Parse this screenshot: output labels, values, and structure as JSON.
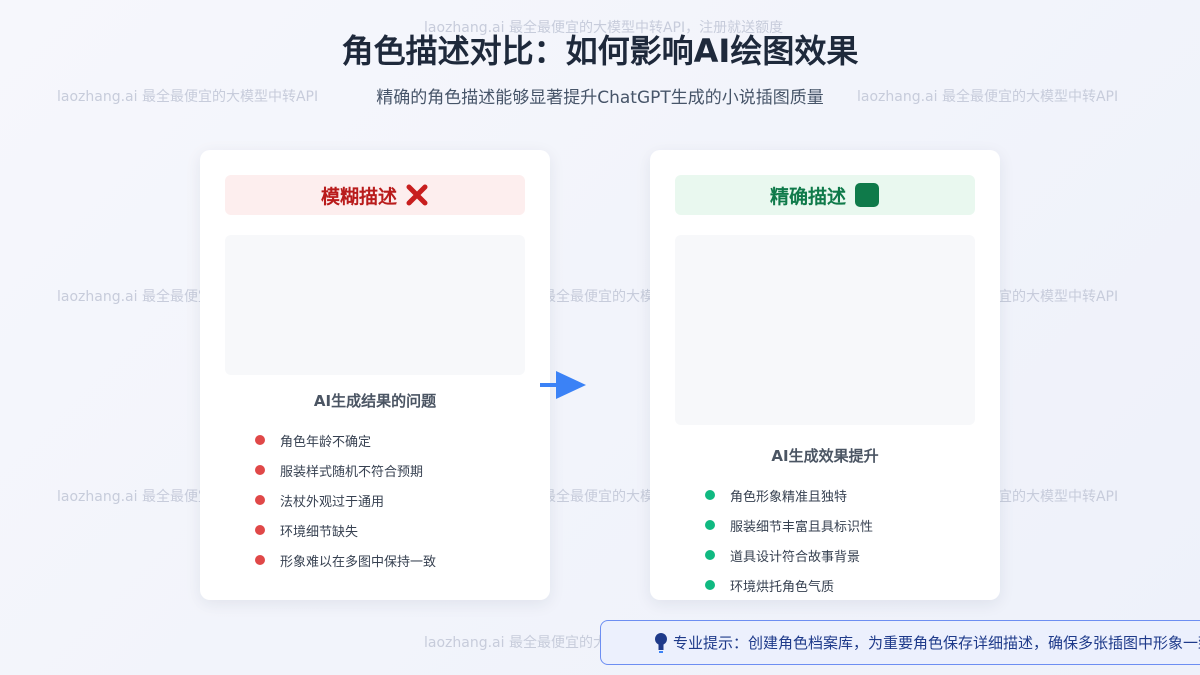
{
  "watermark": "laozhang.ai 最全最便宜的大模型中转API",
  "watermark_top": "laozhang.ai 最全最便宜的大模型中转API，注册就送额度",
  "header": {
    "title": "角色描述对比：如何影响AI绘图效果",
    "subtitle": "精确的角色描述能够显著提升ChatGPT生成的小说插图质量"
  },
  "left_card": {
    "header": "模糊描述",
    "icon": "cross-mark-icon",
    "section_title": "AI生成结果的问题",
    "items": [
      "角色年龄不确定",
      "服装样式随机不符合预期",
      "法杖外观过于通用",
      "环境细节缺失",
      "形象难以在多图中保持一致"
    ]
  },
  "right_card": {
    "header": "精确描述",
    "icon": "check-mark-icon",
    "section_title": "AI生成效果提升",
    "items": [
      "角色形象精准且独特",
      "服装细节丰富且具标识性",
      "道具设计符合故事背景",
      "环境烘托角色气质"
    ]
  },
  "arrow_icon": "arrow-right-icon",
  "tip": {
    "icon": "lightbulb-icon",
    "text": "专业提示：创建角色档案库，为重要角色保存详细描述，确保多张插图中形象一致"
  },
  "colors": {
    "negative": "#e04848",
    "positive": "#10b981",
    "accent": "#3b82f6"
  }
}
